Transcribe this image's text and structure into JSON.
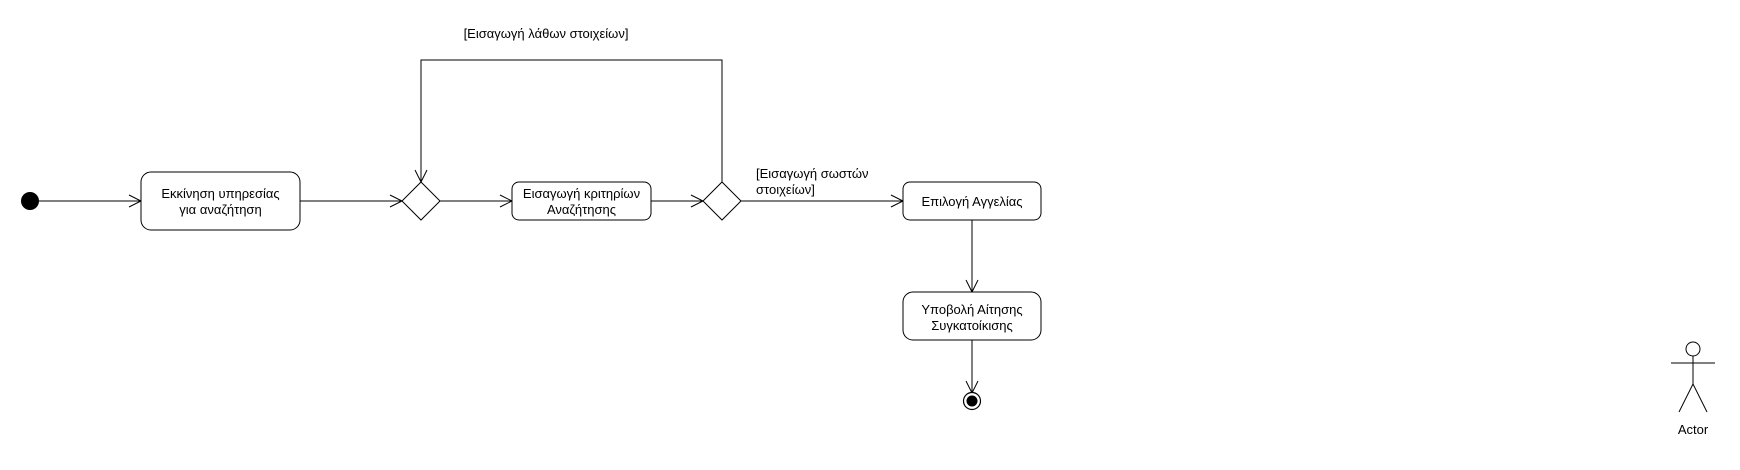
{
  "diagram": {
    "type": "uml-activity",
    "nodes": {
      "start_service": {
        "lines": [
          "Εκκίνηση υπηρεσίας",
          "για αναζήτηση"
        ]
      },
      "enter_criteria": {
        "lines": [
          "Εισαγωγή κριτηρίων",
          "Αναζήτησης"
        ]
      },
      "select_listing": {
        "lines": [
          "Επιλογή Αγγελίας"
        ]
      },
      "submit_application": {
        "lines": [
          "Υποβολή Αίτησης",
          "Συγκατοίκισης"
        ]
      }
    },
    "guards": {
      "wrong_data": "[Εισαγωγή λάθων στοιχείων]",
      "correct_data": [
        "[Εισαγωγή σωστών",
        "στοιχείων]"
      ]
    },
    "actor": {
      "label": "Actor"
    }
  }
}
